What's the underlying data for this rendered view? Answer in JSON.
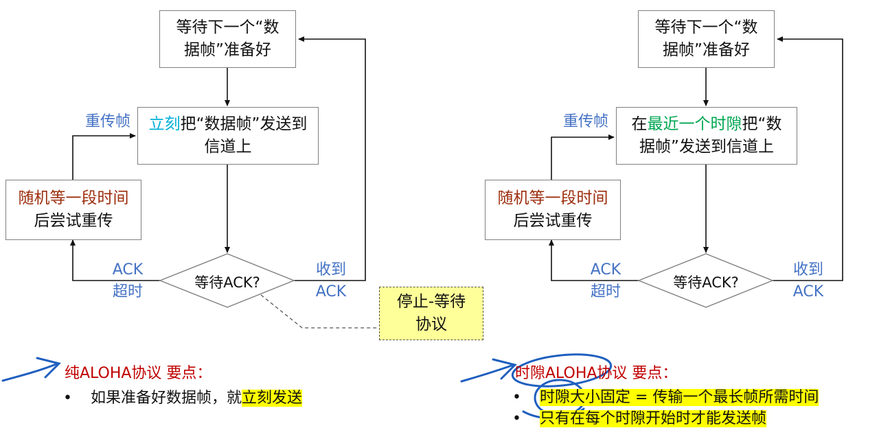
{
  "left": {
    "wait_box": [
      "等待下一个“数",
      "据帧”准备好"
    ],
    "send_box": {
      "highlight": "立刻",
      "line1_rest": "把“数据帧”发送到",
      "line2": "信道上"
    },
    "retry_box": {
      "line1": "随机等一段时间",
      "line2": "后尝试重传"
    },
    "decision": "等待ACK?",
    "retransmit_label": "重传帧",
    "timeout_label": [
      "ACK",
      "超时"
    ],
    "received_label": [
      "收到",
      "ACK"
    ],
    "note_box": [
      "停止-等待",
      "协议"
    ]
  },
  "right": {
    "wait_box": [
      "等待下一个“数",
      "据帧”准备好"
    ],
    "send_box": {
      "prefix": "在",
      "highlight": "最近一个时隙",
      "line1_rest": "把“数",
      "line2": "据帧”发送到信道上"
    },
    "retry_box": {
      "line1": "随机等一段时间",
      "line2": "后尝试重传"
    },
    "decision": "等待ACK?",
    "retransmit_label": "重传帧",
    "timeout_label": [
      "ACK",
      "超时"
    ],
    "received_label": [
      "收到",
      "ACK"
    ]
  },
  "pure_aloha": {
    "heading": "纯ALOHA协议 要点：",
    "bullet": "•",
    "point_prefix": "如果准备好数据帧，就",
    "point_highlight": "立刻发送"
  },
  "slotted_aloha": {
    "heading": "时隙ALOHA协议 要点：",
    "bullet": "•",
    "point1": "时隙大小固定 = 传输一个最长帧所需时间",
    "point2": "只有在每个时隙开始时才能发送帧"
  },
  "colors": {
    "accent_blue": "#4472c4",
    "heading_red": "#c00000",
    "highlight_yellow": "#ffff00",
    "note_yellow": "#ffff99",
    "pen_blue": "#1f5fbf"
  }
}
